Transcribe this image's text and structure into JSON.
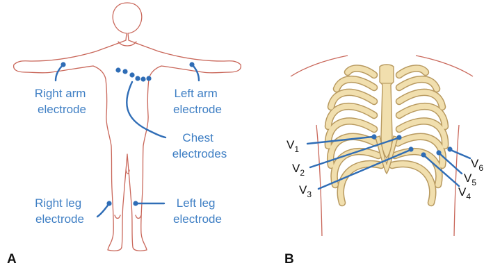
{
  "panel_a": {
    "panel_label": "A",
    "labels": {
      "right_arm": [
        "Right arm",
        "electrode"
      ],
      "left_arm": [
        "Left arm",
        "electrode"
      ],
      "chest": [
        "Chest",
        "electrodes"
      ],
      "right_leg": [
        "Right leg",
        "electrode"
      ],
      "left_leg": [
        "Left leg",
        "electrode"
      ]
    }
  },
  "panel_b": {
    "panel_label": "B",
    "leads": [
      {
        "letter": "V",
        "sub": "1"
      },
      {
        "letter": "V",
        "sub": "2"
      },
      {
        "letter": "V",
        "sub": "3"
      },
      {
        "letter": "V",
        "sub": "4"
      },
      {
        "letter": "V",
        "sub": "5"
      },
      {
        "letter": "V",
        "sub": "6"
      }
    ]
  },
  "colors": {
    "label_blue": "#3f7fc4",
    "electrode_blue": "#2f6db6",
    "body_outline": "#c9675a",
    "bone_fill": "#f1dfae",
    "bone_edge": "#b89a60"
  }
}
